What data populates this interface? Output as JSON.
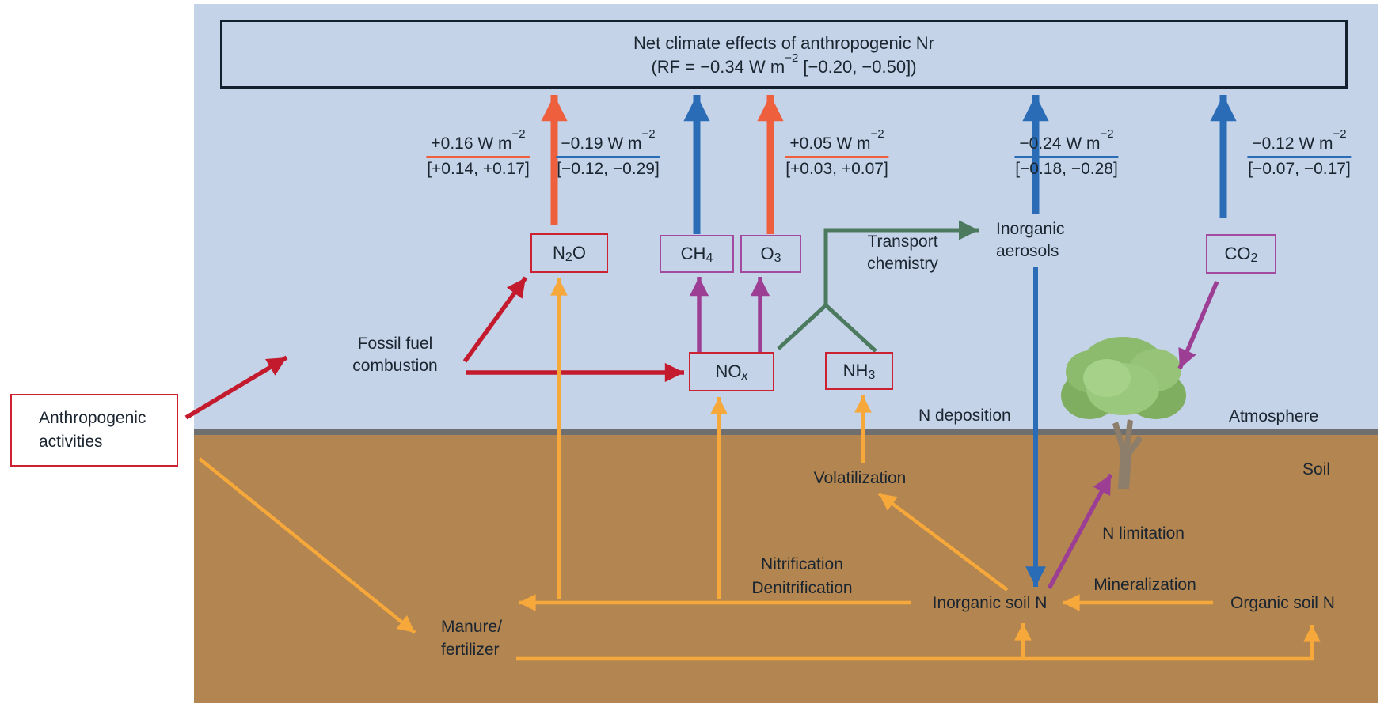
{
  "title_box": {
    "line1": "Net climate effects of anthropogenic Nr",
    "line2_pre": "(RF = −0.34 W m",
    "line2_sup": "−2",
    "line2_post": " [−0.20, −0.50])"
  },
  "forcings": [
    {
      "species": "N2O",
      "value": "+0.16 W m",
      "sup": "−2",
      "range": "[+0.14, +0.17]",
      "direction": "warming",
      "color": "#ee5f3d"
    },
    {
      "species": "CH4",
      "value": "−0.19 W m",
      "sup": "−2",
      "range": "[−0.12, −0.29]",
      "direction": "cooling",
      "color": "#2a6db6"
    },
    {
      "species": "O3",
      "value": "+0.05 W m",
      "sup": "−2",
      "range": "[+0.03, +0.07]",
      "direction": "warming",
      "color": "#ee5f3d"
    },
    {
      "species": "inorganic aerosols",
      "value": "−0.24 W m",
      "sup": "−2",
      "range": "[−0.18, −0.28]",
      "direction": "cooling",
      "color": "#2a6db6"
    },
    {
      "species": "CO2",
      "value": "−0.12 W m",
      "sup": "−2",
      "range": "[−0.07, −0.17]",
      "direction": "cooling",
      "color": "#2a6db6"
    }
  ],
  "species": {
    "n2o": {
      "pre": "N",
      "sub": "2",
      "post": "O"
    },
    "ch4": {
      "pre": "CH",
      "sub": "4",
      "post": ""
    },
    "o3": {
      "pre": "O",
      "sub": "3",
      "post": ""
    },
    "nox": {
      "pre": "NO",
      "sub": "x",
      "post": ""
    },
    "nh3": {
      "pre": "NH",
      "sub": "3",
      "post": ""
    },
    "co2": {
      "pre": "CO",
      "sub": "2",
      "post": ""
    }
  },
  "labels": {
    "anthropogenic_line1": "Anthropogenic",
    "anthropogenic_line2": "activities",
    "fossil_line1": "Fossil fuel",
    "fossil_line2": "combustion",
    "transport_line1": "Transport",
    "transport_line2": "chemistry",
    "aerosols_line1": "Inorganic",
    "aerosols_line2": "aerosols",
    "n_deposition": "N deposition",
    "atmosphere": "Atmosphere",
    "soil": "Soil",
    "volatilization": "Volatilization",
    "nitrification": "Nitrification",
    "denitrification": "Denitrification",
    "inorganic_soil_n": "Inorganic soil N",
    "mineralization": "Mineralization",
    "organic_soil_n": "Organic soil N",
    "n_limitation": "N limitation",
    "manure_line1": "Manure/",
    "manure_line2": "fertilizer"
  },
  "colors": {
    "atmosphere_bg": "#c5d3e9",
    "soil_bg": "#b28551",
    "warming_arrow": "#ee5f3d",
    "cooling_arrow": "#2a6db6",
    "nitrogen_flow_arrow": "#f7a83a",
    "anthropogenic_arrow": "#c41a2e",
    "biochemical_arrow": "#9c3f94",
    "transport_arrow": "#4b7a5f"
  }
}
